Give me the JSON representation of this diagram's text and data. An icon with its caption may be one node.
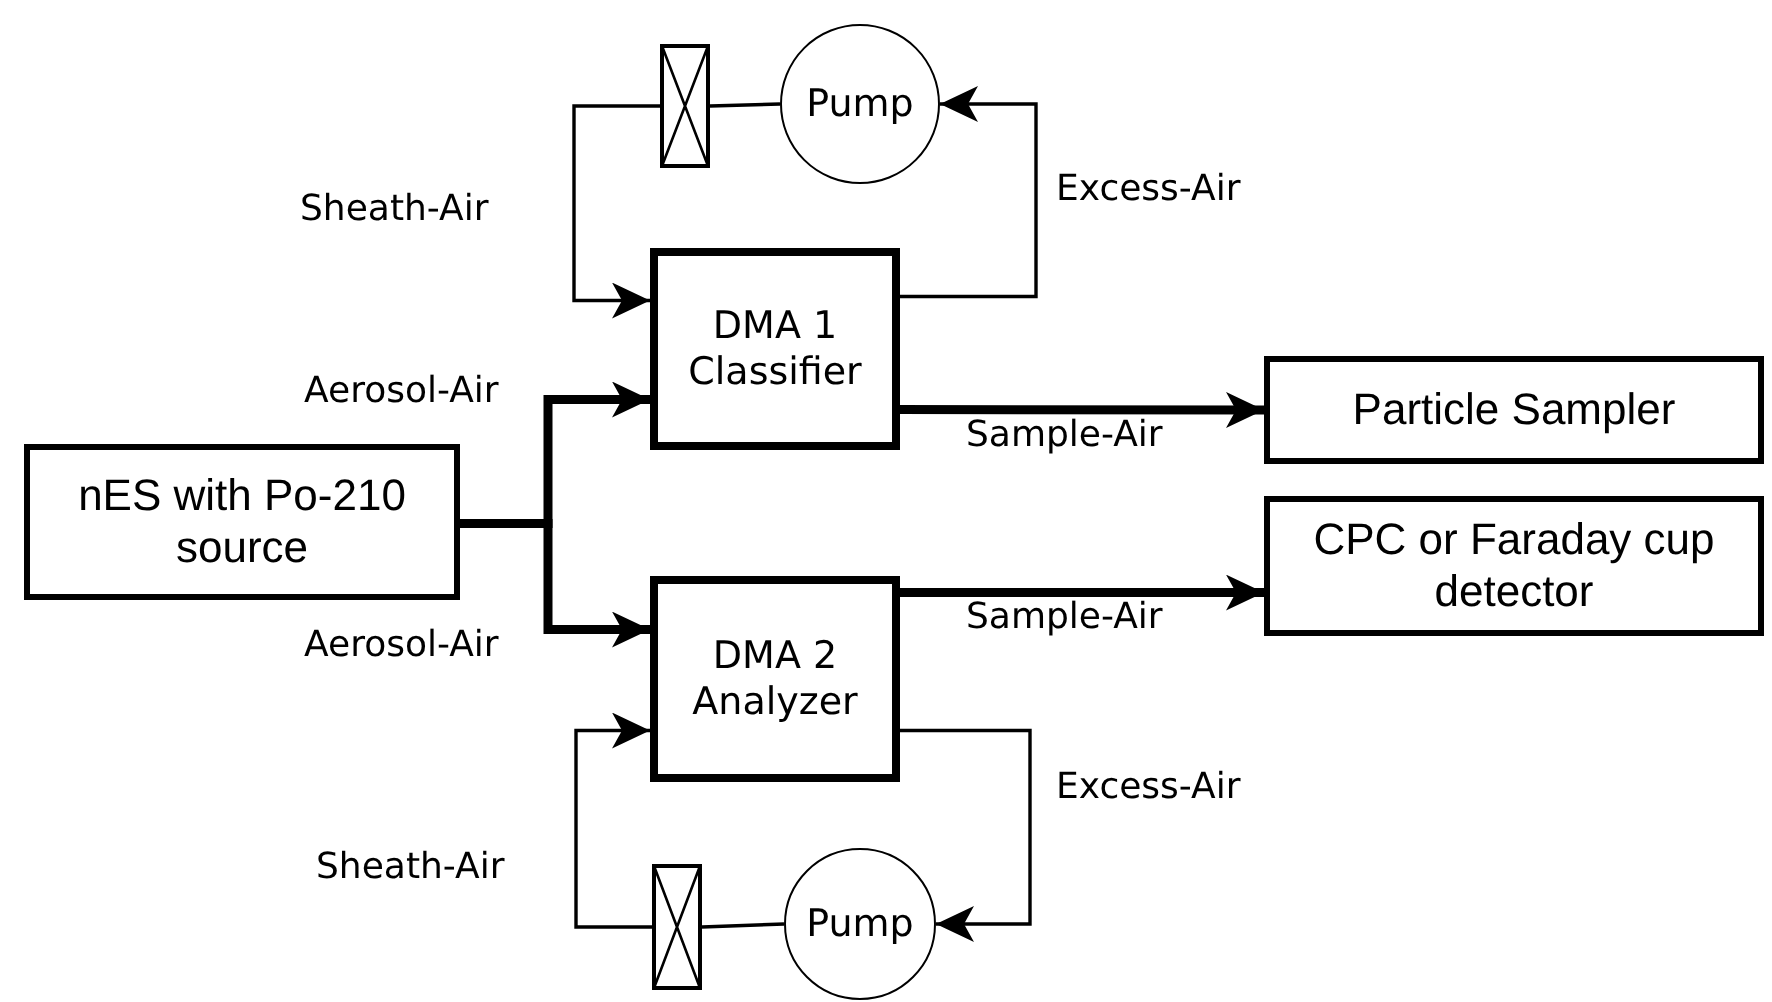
{
  "diagram": {
    "nodes": [
      {
        "text": [
          "nES with Po-210 source"
        ]
      },
      {
        "text": [
          "DMA 1 Classifier"
        ]
      },
      {
        "text": [
          "DMA 2 Analyzer"
        ]
      },
      {
        "text": [
          "Particle Sampler"
        ]
      },
      {
        "text": [
          "CPC or Faraday cup detector"
        ]
      },
      {
        "text": [
          "Pump"
        ]
      },
      {
        "text": [],
        "shape": "box"
      },
      {
        "text": [
          "Pump"
        ]
      },
      {
        "text": [],
        "shape": "box"
      }
    ],
    "edges": [
      {
        "from": 0,
        "to": 1,
        "arrow": "to",
        "label": "Aerosol-Air",
        "style": "thick"
      },
      {
        "from": 0,
        "to": 2,
        "arrow": "to",
        "label": "Aerosol-Air",
        "style": "thick"
      },
      {
        "from": 6,
        "to": 1,
        "arrow": "to",
        "label": "Sheath-Air"
      },
      {
        "from": 1,
        "to": 5,
        "arrow": "to",
        "label": "Excess-Air"
      },
      {
        "from": 5,
        "to": 6,
        "arrow": "none"
      },
      {
        "from": 1,
        "to": 3,
        "arrow": "to",
        "label": "Sample-Air",
        "style": "thick"
      },
      {
        "from": 2,
        "to": 4,
        "arrow": "to",
        "label": "Sample-Air",
        "style": "thick"
      },
      {
        "from": 8,
        "to": 2,
        "arrow": "to",
        "label": "Sheath-Air"
      },
      {
        "from": 2,
        "to": 7,
        "arrow": "to",
        "label": "Excess-Air"
      },
      {
        "from": 7,
        "to": 8,
        "arrow": "none"
      }
    ]
  }
}
